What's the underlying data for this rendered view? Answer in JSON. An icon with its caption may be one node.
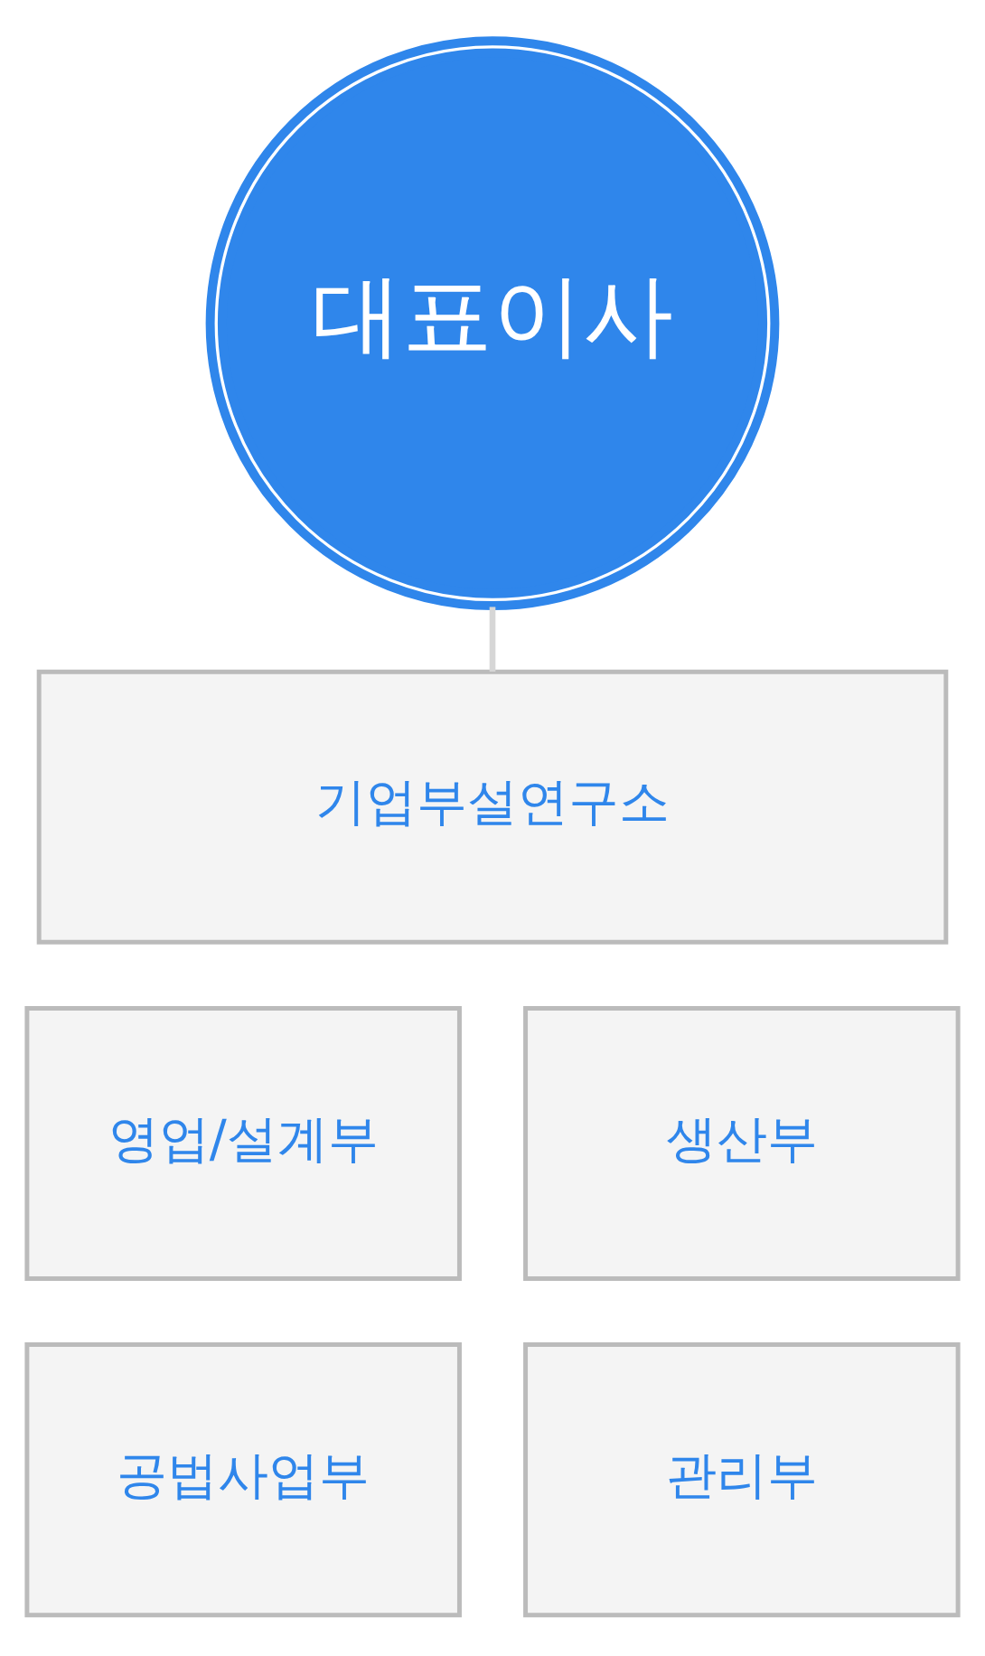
{
  "diagram": {
    "nodes": [
      {
        "text": [
          "대표이사"
        ]
      },
      {
        "text": [
          "기업부설연구소"
        ]
      },
      {
        "text": [
          "영업/설계부"
        ]
      },
      {
        "text": [
          "생산부"
        ]
      },
      {
        "text": [
          "공법사업부"
        ]
      },
      {
        "text": [
          "관리부"
        ]
      }
    ],
    "edges": [
      {
        "from": 0,
        "to": 1,
        "arrow": "none"
      }
    ]
  }
}
